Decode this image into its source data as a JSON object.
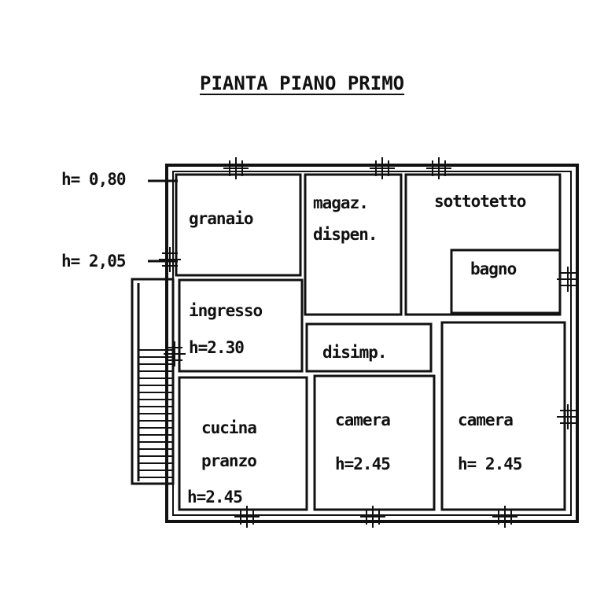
{
  "title": "PIANTA PIANO PRIMO",
  "levels": {
    "upper": "h= 0,80",
    "lower": "h= 2,05"
  },
  "rooms": {
    "granaio": {
      "name": "granaio"
    },
    "magazzino": {
      "name_line1": "magaz.",
      "name_line2": "dispen."
    },
    "sottotetto": {
      "name": "sottotetto"
    },
    "bagno": {
      "name": "bagno"
    },
    "ingresso": {
      "name": "ingresso",
      "height": "h=2.30"
    },
    "disimpegno": {
      "name": "disimp."
    },
    "cucina": {
      "name_line1": "cucina",
      "name_line2": "pranzo",
      "height": "h=2.45"
    },
    "camera_center": {
      "name": "camera",
      "height": "h=2.45"
    },
    "camera_right": {
      "name": "camera",
      "height": "h= 2.45"
    }
  },
  "colors": {
    "ink": "#111111",
    "paper": "#ffffff"
  }
}
